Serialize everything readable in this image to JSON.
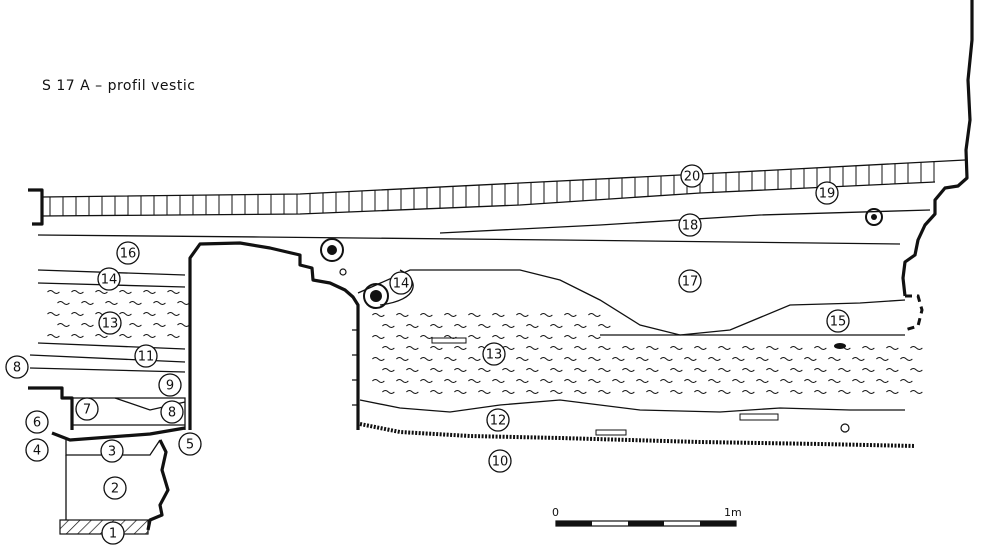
{
  "title": "S 17 A – profil vestic",
  "labels": {
    "l1": "1",
    "l2": "2",
    "l3": "3",
    "l4": "4",
    "l5": "5",
    "l6": "6",
    "l7": "7",
    "l8a": "8",
    "l8b": "8",
    "l9": "9",
    "l10": "10",
    "l11": "11",
    "l12": "12",
    "l13a": "13",
    "l13b": "13",
    "l14a": "14",
    "l14b": "14",
    "l15": "15",
    "l16": "16",
    "l17": "17",
    "l18": "18",
    "l19": "19",
    "l20": "20"
  },
  "scale": {
    "start": "0",
    "end": "1m"
  }
}
